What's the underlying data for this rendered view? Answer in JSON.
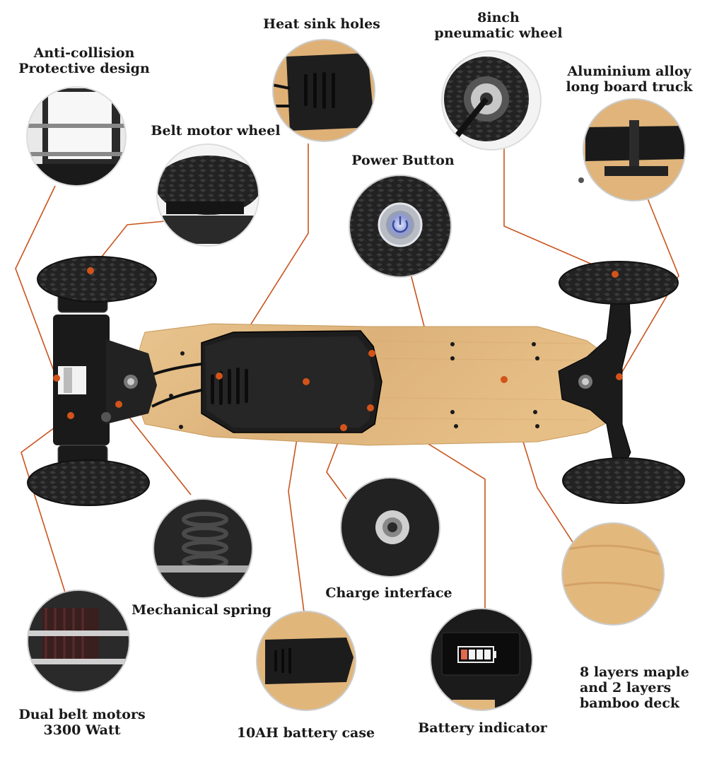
{
  "labels": {
    "anti_collision": [
      "Anti-collision",
      "Protective design"
    ],
    "heat_sink": "Heat sink holes",
    "wheel_8inch": [
      "8inch",
      "pneumatic wheel"
    ],
    "truck": [
      "Aluminium alloy",
      "long board truck"
    ],
    "belt_motor_wheel": "Belt motor wheel",
    "power_button": "Power Button",
    "charge_interface": "Charge interface",
    "mechanical_spring": "Mechanical spring",
    "deck": [
      "8 layers maple",
      "and 2 layers",
      "bamboo deck"
    ],
    "dual_motors": [
      "Dual belt motors",
      "3300 Watt"
    ],
    "battery_case": "10AH battery case",
    "battery_indicator": "Battery indicator"
  },
  "colors": {
    "leader_line": "#c9541e",
    "dot": "#d2541a",
    "deck_wood": "#e2b77c",
    "rubber": "#1c1c1c"
  }
}
